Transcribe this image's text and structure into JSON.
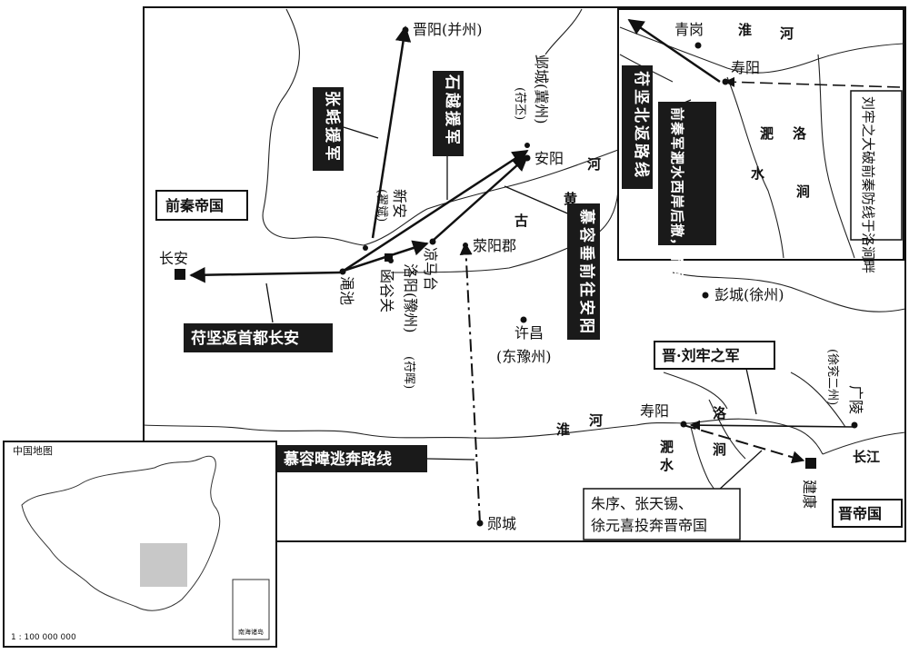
{
  "places": {
    "jinyang": "晋阳(并州)",
    "yecheng": "邺城(冀州)",
    "yecheng_note": "(苻丕)",
    "anyang": "安阳",
    "changan": "长安",
    "mianchi": "渑池",
    "xinan": "新安",
    "xinan_note": "(翟斌)",
    "hanguguan": "函谷关",
    "luoyang": "洛阳(豫州)",
    "luoyang_note": "(苻晖)",
    "liangmatai": "凉马台",
    "xingyangjun": "荥阳郡",
    "xuchang": "许昌",
    "xuchang_note": "(东豫州)",
    "pengcheng": "彭城(徐州)",
    "shouyang": "寿阳",
    "guangling": "广陵",
    "guangling_note": "(徐兖二州)",
    "jiankang": "建康",
    "yuncheng": "郧城",
    "qinggang": "青岗",
    "inset_shouyang": "寿阳"
  },
  "rivers": {
    "huanghe_1": "黄",
    "huanghe_2": "河",
    "gu": "古",
    "huaihe_1": "淮",
    "huaihe_2": "河",
    "feishui_1": "淝",
    "feishui_2": "水",
    "luojian_1": "洛",
    "luojian_2": "涧",
    "changjiang": "长江",
    "inset_huai_1": "淮",
    "inset_huai_2": "河",
    "inset_fei_1": "淝",
    "inset_fei_2": "水",
    "inset_luo_1": "洛",
    "inset_luo_2": "涧"
  },
  "states": {
    "qian_qin": "前秦帝国",
    "jin": "晋帝国"
  },
  "route_labels": {
    "zhang_mao": "张蚝援军",
    "shi_yue": "石越援军",
    "murong_chui": "慕容垂前往安阳",
    "fujian_return": "苻坚返首都长安",
    "murong_wei": "慕容暐逃奔路线",
    "liu_laozhi_army": "晋·刘牢之军",
    "defectors": [
      "朱序、张天锡、",
      "徐元喜投奔晋帝国"
    ],
    "fujian_north": "苻坚北返路线",
    "qin_retreat": "前秦军淝水西岸后撤，不可遏止",
    "liu_victory": "刘牢之大破前秦防线于洛涧畔"
  },
  "inset": {
    "title": "中国地图",
    "scale": "1 : 100 000 000",
    "islands_note": "南海诸岛"
  },
  "colors": {
    "ink": "#111111",
    "background": "#ffffff",
    "label_box": "#1a1a1a",
    "highlight": "#c8c8c8"
  }
}
